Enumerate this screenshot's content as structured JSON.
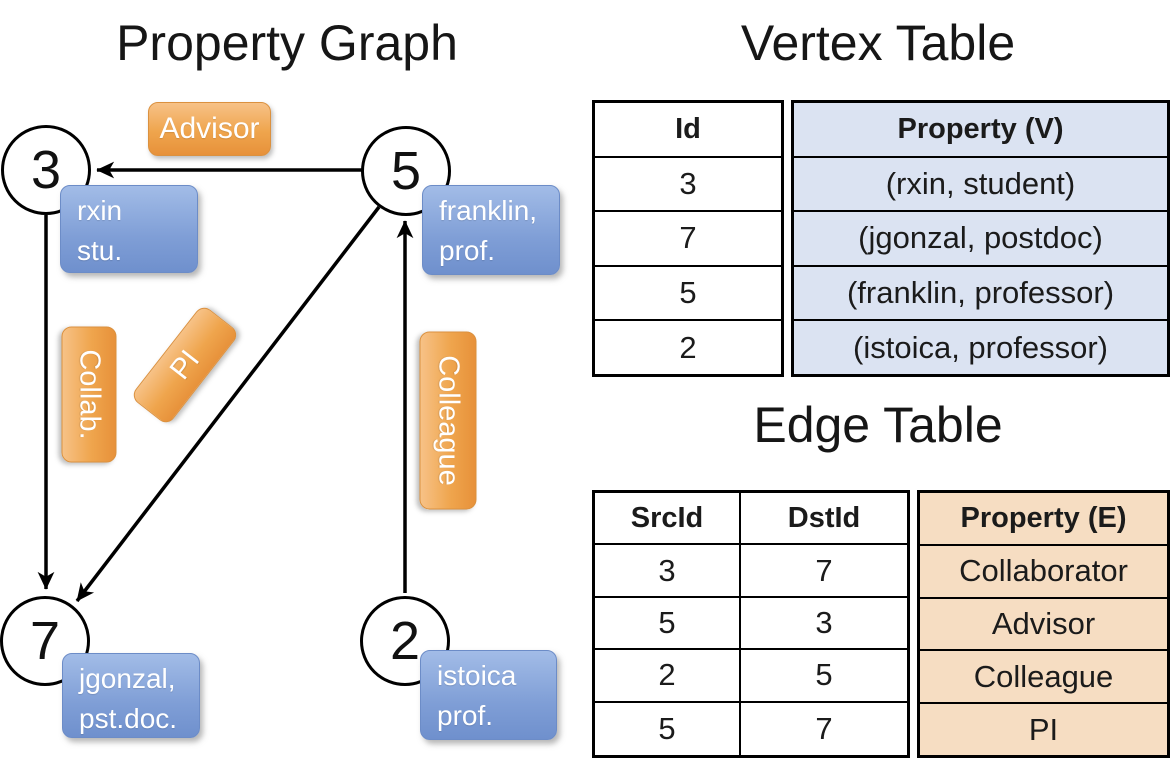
{
  "titles": {
    "graph": "Property Graph",
    "vertex_table": "Vertex Table",
    "edge_table": "Edge Table"
  },
  "graph": {
    "nodes": [
      {
        "id": "3",
        "prop_line1": "rxin",
        "prop_line2": "stu."
      },
      {
        "id": "5",
        "prop_line1": "franklin,",
        "prop_line2": "prof."
      },
      {
        "id": "7",
        "prop_line1": "jgonzal,",
        "prop_line2": "pst.doc."
      },
      {
        "id": "2",
        "prop_line1": "istoica",
        "prop_line2": "prof."
      }
    ],
    "edges": [
      {
        "label": "Advisor",
        "from": "5",
        "to": "3"
      },
      {
        "label": "Collab.",
        "from": "3",
        "to": "7"
      },
      {
        "label": "PI",
        "from": "5",
        "to": "7"
      },
      {
        "label": "Colleague",
        "from": "2",
        "to": "5"
      }
    ]
  },
  "vertex_table": {
    "headers": {
      "id": "Id",
      "property": "Property (V)"
    },
    "rows": [
      {
        "id": "3",
        "property": "(rxin, student)"
      },
      {
        "id": "7",
        "property": "(jgonzal, postdoc)"
      },
      {
        "id": "5",
        "property": "(franklin, professor)"
      },
      {
        "id": "2",
        "property": "(istoica, professor)"
      }
    ]
  },
  "edge_table": {
    "headers": {
      "src": "SrcId",
      "dst": "DstId",
      "property": "Property (E)"
    },
    "rows": [
      {
        "src": "3",
        "dst": "7",
        "property": "Collaborator"
      },
      {
        "src": "5",
        "dst": "3",
        "property": "Advisor"
      },
      {
        "src": "2",
        "dst": "5",
        "property": "Colleague"
      },
      {
        "src": "5",
        "dst": "7",
        "property": "PI"
      }
    ]
  },
  "colors": {
    "edge_label_orange": "#efa54d",
    "node_property_blue": "#7f9ed6",
    "vertex_property_fill": "#dbe3f2",
    "edge_property_fill": "#f6ddc2",
    "line_black": "#000000"
  }
}
